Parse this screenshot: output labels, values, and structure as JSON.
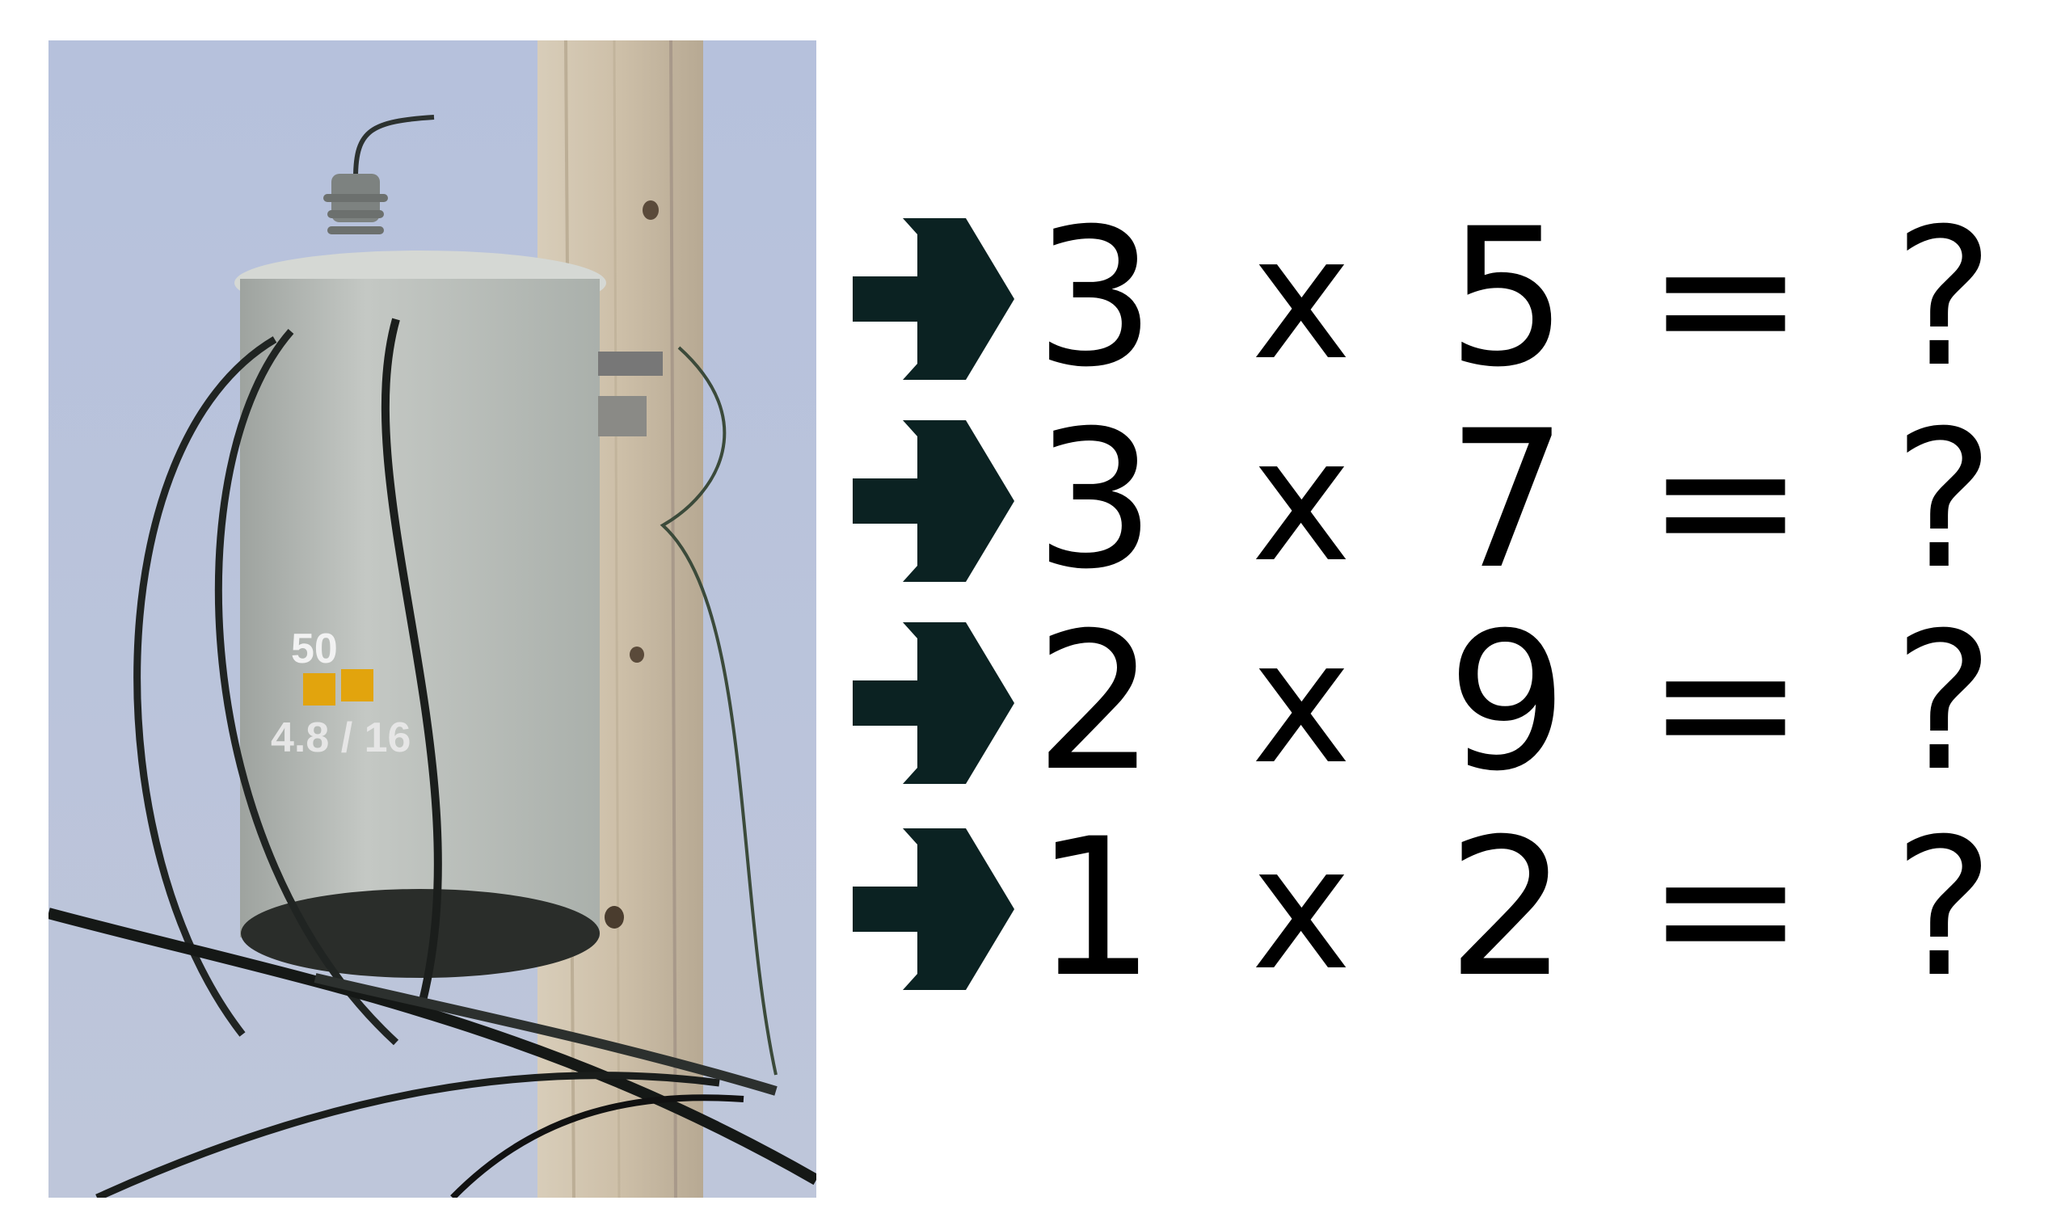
{
  "photo": {
    "subject": "pole-mounted transformer",
    "label_rating": "50",
    "label_voltage": "4.8",
    "label_voltage2": "16",
    "colors": {
      "sky": "#b9c3da",
      "tank": "#b8bdb8",
      "pole": "#cbbfab",
      "label": "#e6a514"
    }
  },
  "equations": [
    {
      "icon": "arrow-right-icon",
      "a": "3",
      "op": "x",
      "b": "5",
      "eq": "=",
      "result": "?"
    },
    {
      "icon": "arrow-right-icon",
      "a": "3",
      "op": "x",
      "b": "7",
      "eq": "=",
      "result": "?"
    },
    {
      "icon": "arrow-right-icon",
      "a": "2",
      "op": "x",
      "b": "9",
      "eq": "=",
      "result": "?"
    },
    {
      "icon": "arrow-right-icon",
      "a": "1",
      "op": "x",
      "b": "2",
      "eq": "=",
      "result": "?"
    }
  ],
  "colors": {
    "arrow": "#0b2222",
    "text": "#000000"
  }
}
